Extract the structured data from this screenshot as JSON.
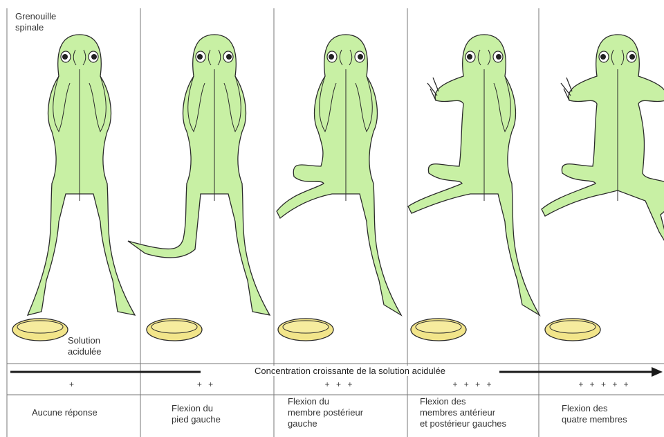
{
  "corner_label": [
    "Grenouille",
    "spinale"
  ],
  "dish_label": [
    "Solution",
    "acidulée"
  ],
  "arrow_label": "Concentration croissante de la solution acidulée",
  "levels": [
    "+",
    "+ +",
    "+ + +",
    "+ + + +",
    "+ + + + +"
  ],
  "responses": [
    [
      "Aucune réponse"
    ],
    [
      "Flexion du",
      "pied gauche"
    ],
    [
      "Flexion du",
      "membre postérieur",
      "gauche"
    ],
    [
      "Flexion des",
      "membres antérieur",
      "et postérieur gauches"
    ],
    [
      "Flexion des",
      "quatre membres"
    ]
  ],
  "colors": {
    "frog": "#c8f0a4",
    "outline": "#2a2a2a",
    "dish": "#f2e58a",
    "grid": "#777777"
  }
}
